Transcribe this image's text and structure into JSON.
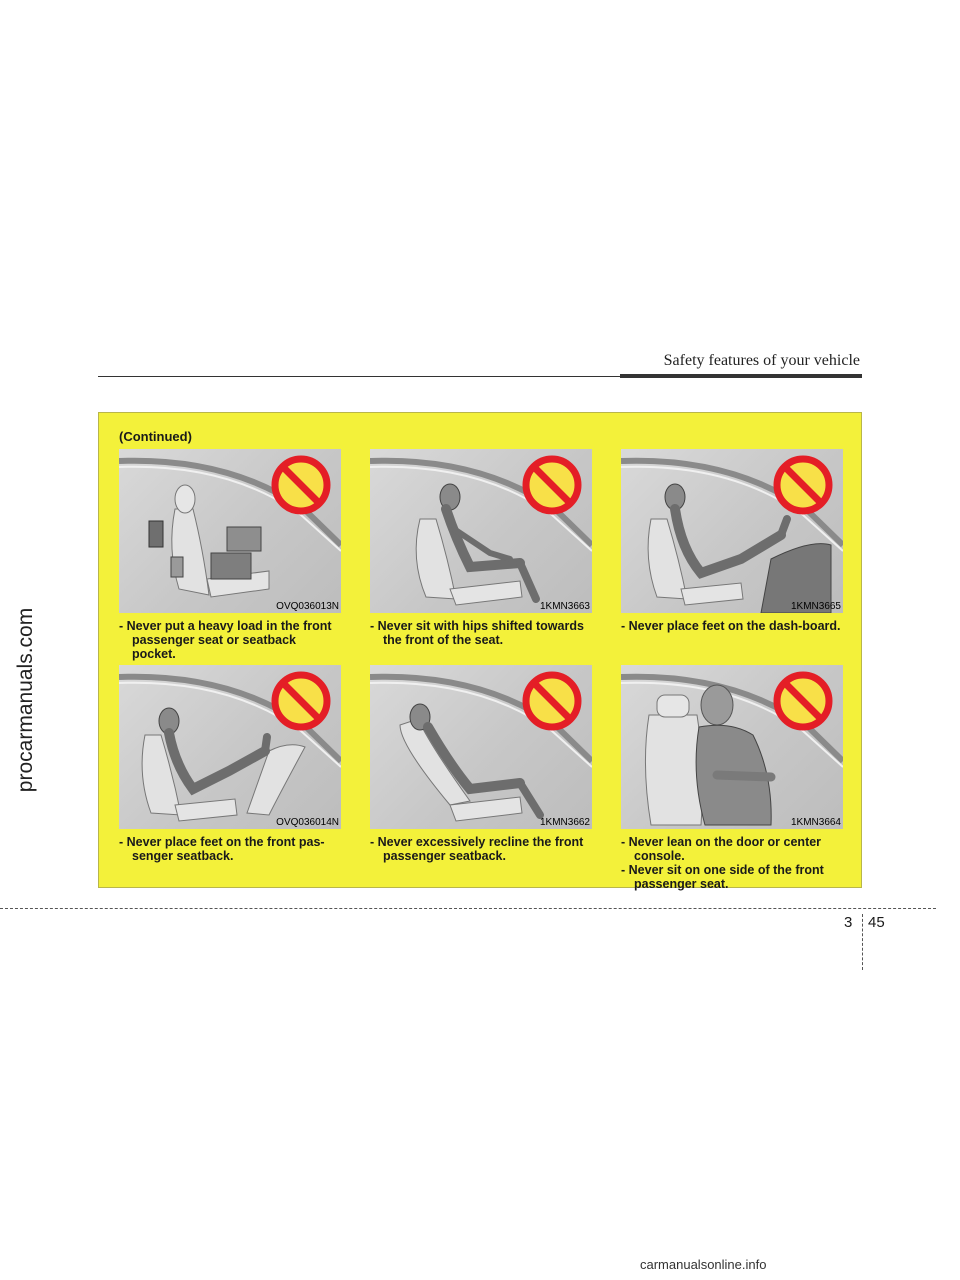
{
  "watermarks": {
    "side": "procarmanuals.com",
    "bottom": "carmanualsonline.info"
  },
  "header": {
    "section_title": "Safety features of your vehicle"
  },
  "warning_box": {
    "continued": "(Continued)",
    "figures": [
      {
        "code": "OVQ036013N",
        "caption_lines": [
          "- Never put a heavy load in the front passenger seat or seatback pocket."
        ]
      },
      {
        "code": "1KMN3663",
        "caption_lines": [
          "- Never sit with hips shifted towards the front of the seat."
        ]
      },
      {
        "code": "1KMN3665",
        "caption_lines": [
          "- Never place feet on the dash-board."
        ]
      },
      {
        "code": "OVQ036014N",
        "caption_lines": [
          "- Never place feet on the front pas-senger seatback."
        ]
      },
      {
        "code": "1KMN3662",
        "caption_lines": [
          "- Never excessively recline the front passenger seatback."
        ]
      },
      {
        "code": "1KMN3664",
        "caption_lines": [
          "- Never lean on the door or center console.",
          "- Never sit on one side of the front passenger seat."
        ]
      }
    ]
  },
  "footer": {
    "chapter": "3",
    "page": "45"
  },
  "colors": {
    "panel": "#f3f13a",
    "prohibition": "#e41e26"
  }
}
